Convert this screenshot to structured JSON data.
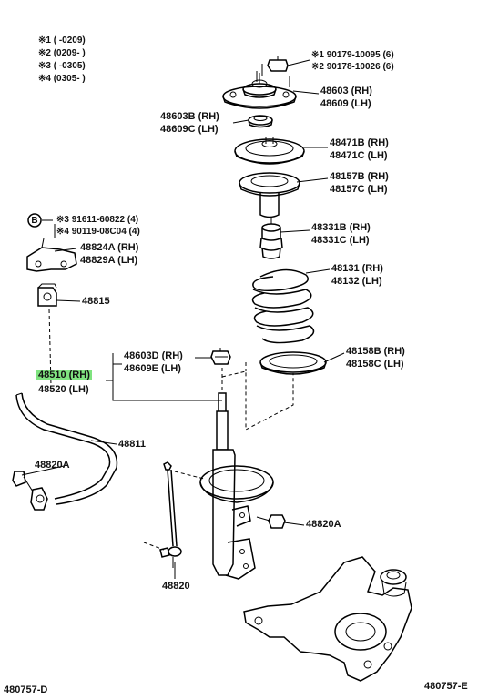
{
  "notes": {
    "n1": "※1 (      -0209)",
    "n2": "※2 (0209-       )",
    "n3": "※3 (      -0305)",
    "n4": "※4 (0305-       )"
  },
  "parts": {
    "bolt": [
      "※1 90179-10095 (6)",
      "※2 90178-10026 (6)"
    ],
    "mount": [
      "48603 (RH)",
      "48609 (LH)"
    ],
    "bearing": [
      "48603B (RH)",
      "48609C (LH)"
    ],
    "upper_seat": [
      "48471B (RH)",
      "48471C (LH)"
    ],
    "boot": [
      "48157B (RH)",
      "48157C (LH)"
    ],
    "bumper": [
      "48331B (RH)",
      "48331C (LH)"
    ],
    "spring": [
      "48131 (RH)",
      "48132 (LH)"
    ],
    "nut": [
      "48603D (RH)",
      "48609E (LH)"
    ],
    "lower_insulator": [
      "48158B (RH)",
      "48158C (LH)"
    ],
    "bracket_bolts": [
      "※3 91611-60822 (4)",
      "※4 90119-08C04 (4)"
    ],
    "bracket": [
      "48824A (RH)",
      "48829A (LH)"
    ],
    "bushing": "48815",
    "strut": [
      "48510 (RH)",
      "48520 (LH)"
    ],
    "stabilizer_bar": "48811",
    "bar_bushing": "48820A",
    "link_nut": "48820A",
    "link": "48820",
    "circle_b": "B"
  },
  "footer": {
    "left": "480757-D",
    "right": "480757-E"
  },
  "highlight_color": "#7fe37f"
}
